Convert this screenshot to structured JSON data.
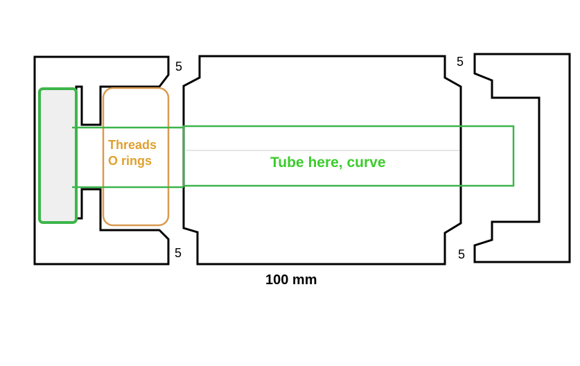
{
  "labels": {
    "gap_top_left": "5",
    "gap_top_right": "5",
    "gap_bottom_left": "5",
    "gap_bottom_right": "5",
    "length": "100 mm",
    "threads_line1": "Threads",
    "threads_line2": "O rings",
    "tube": "Tube here, curve"
  },
  "colors": {
    "outline": "#000000",
    "green": "#3cb54a",
    "orange": "#d99a4e",
    "green_text": "#3ccc2c",
    "orange_text": "#e0a030",
    "grey_fill": "#efefef"
  }
}
